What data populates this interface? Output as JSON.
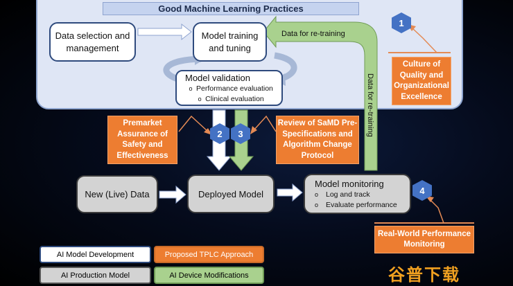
{
  "title": "Good Machine Learning Practices",
  "boxes": {
    "data_selection": "Data selection and management",
    "model_training": "Model training and tuning",
    "model_validation": "Model validation",
    "validation_items": [
      "Performance evaluation",
      "Clinical evaluation"
    ],
    "live_data": "New (Live) Data",
    "deployed_model": "Deployed Model",
    "model_monitoring": "Model monitoring",
    "monitoring_items": [
      "Log and track",
      "Evaluate performance"
    ]
  },
  "arrow_labels": {
    "retraining_top": "Data for re-training",
    "retraining_side": "Data for re-training"
  },
  "orange_boxes": {
    "culture": "Culture of Quality and Organizational Excellence",
    "premarket": "Premarket Assurance of Safety and Effectiveness",
    "review": "Review of SaMD Pre-Specifications and Algorithm Change Protocol",
    "real_world": "Real-World Performance Monitoring"
  },
  "badges": [
    "1",
    "2",
    "3",
    "4"
  ],
  "legend": {
    "dev": "AI Model Development",
    "tplc": "Proposed TPLC Approach",
    "production": "AI Production Model",
    "modifications": "AI Device Modifications"
  },
  "watermark": "谷普下载",
  "colors": {
    "orange": "#ed7d31",
    "badge_blue": "#4472c4",
    "green": "#a9d18e",
    "panel": "#dfe6f5"
  }
}
